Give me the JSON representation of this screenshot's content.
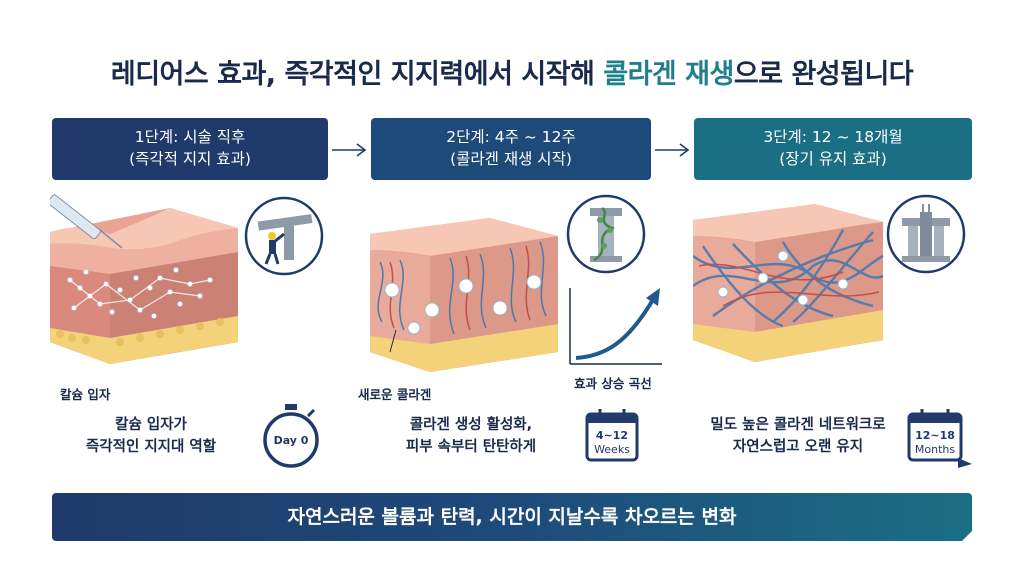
{
  "title": {
    "main": "레디어스 효과, 즉각적인 지지력에서 시작해 ",
    "highlight": "콜라겐 재생",
    "tail": "으로 완성됩니다"
  },
  "stages": [
    {
      "line1": "1단계: 시술 직후",
      "line2": "(즉각적 지지 효과)",
      "color": "#1f3a6b"
    },
    {
      "line1": "2단계: 4주 ~ 12주",
      "line2": "(콜라겐 재생 시작)",
      "color": "#1e4a7a"
    },
    {
      "line1": "3단계: 12 ~ 18개월",
      "line2": "(장기 유지 효과)",
      "color": "#1b6f84"
    }
  ],
  "labels": {
    "particles": "칼슘 입자",
    "new_collagen": "새로운 콜라겐",
    "curve": "효과 상승 곡선"
  },
  "descriptions": [
    {
      "line1": "칼슘 입자가",
      "line2": "즉각적인 지지대 역할"
    },
    {
      "line1": "콜라겐 생성 활성화,",
      "line2": "피부 속부터 탄탄하게"
    },
    {
      "line1": "밀도 높은 콜라겐 네트워크로",
      "line2": "자연스럽고 오랜 유지"
    }
  ],
  "badges": {
    "timer": "Day 0",
    "calendar1_top": "4~12",
    "calendar1_bottom": "Weeks",
    "calendar2_top": "12~18",
    "calendar2_bottom": "Months"
  },
  "footer": "자연스러운 볼륨과 탄력, 시간이 지날수록 차오르는 변화",
  "colors": {
    "navy": "#1f3a6b",
    "teal": "#1f7f8c",
    "skin": "#f2b9a8",
    "fat": "#f3d27a"
  }
}
